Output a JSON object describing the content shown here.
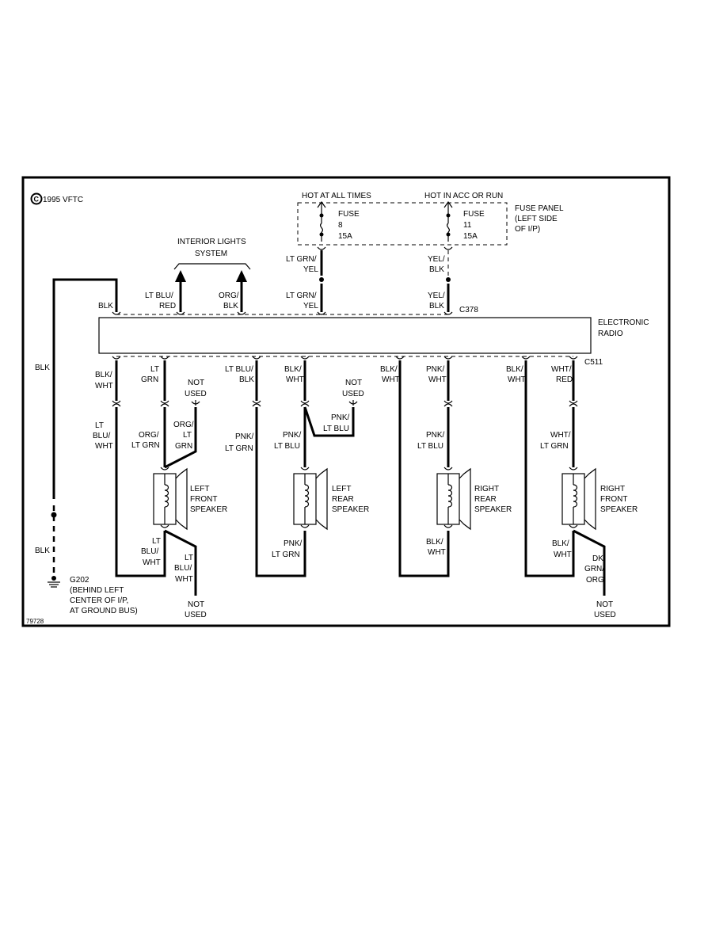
{
  "copyright": "1995 VFTC",
  "figure_id": "79728",
  "supplies": {
    "hot_at_all_times": "HOT AT ALL TIMES",
    "hot_in_acc_or_run": "HOT IN ACC OR RUN"
  },
  "fuse_panel": {
    "label_line1": "FUSE PANEL",
    "label_line2": "(LEFT SIDE",
    "label_line3": "OF I/P)",
    "fuse_a": {
      "line1": "FUSE",
      "line2": "8",
      "line3": "15A"
    },
    "fuse_b": {
      "line1": "FUSE",
      "line2": "11",
      "line3": "15A"
    }
  },
  "interior_lights": {
    "line1": "INTERIOR LIGHTS",
    "line2": "SYSTEM"
  },
  "connectors": {
    "top": "C378",
    "bottom": "C511"
  },
  "radio": {
    "line1": "ELECTRONIC",
    "line2": "RADIO"
  },
  "ground": {
    "id": "G202",
    "line1": "(BEHIND LEFT",
    "line2": "CENTER OF I/P,",
    "line3": "AT GROUND BUS)"
  },
  "top_wires": {
    "blk": "BLK",
    "ltblu_red_1": "LT BLU/",
    "ltblu_red_2": "RED",
    "org_blk_1": "ORG/",
    "org_blk_2": "BLK",
    "ltgrn_yel_a1": "LT GRN/",
    "ltgrn_yel_a2": "YEL",
    "ltgrn_yel_b1": "LT GRN/",
    "ltgrn_yel_b2": "YEL",
    "yel_blk_a1": "YEL/",
    "yel_blk_a2": "BLK",
    "yel_blk_b1": "YEL/",
    "yel_blk_b2": "BLK"
  },
  "left_ground_wire": {
    "upper": "BLK",
    "lower": "BLK"
  },
  "bottom_wires": {
    "c1_top1": "BLK/",
    "c1_top2": "WHT",
    "c1_bot1": "LT",
    "c1_bot2": "BLU/",
    "c1_bot3": "WHT",
    "c2_top1": "LT",
    "c2_top2": "GRN",
    "c2_bot1": "ORG/",
    "c2_bot2": "LT GRN",
    "c3_nu1": "NOT",
    "c3_nu2": "USED",
    "c3_bot1": "ORG/",
    "c3_bot2": "LT",
    "c3_bot3": "GRN",
    "c4_top1": "LT BLU/",
    "c4_top2": "BLK",
    "c4_bot1": "PNK/",
    "c4_bot2": "LT GRN",
    "c5_top1": "BLK/",
    "c5_top2": "WHT",
    "c5_bot1": "PNK/",
    "c5_bot2": "LT BLU",
    "c6_nu1": "NOT",
    "c6_nu2": "USED",
    "c6_bot1": "PNK/",
    "c6_bot2": "LT BLU",
    "c7_top1": "BLK/",
    "c7_top2": "WHT",
    "c8_top1": "PNK/",
    "c8_top2": "WHT",
    "c8_bot1": "PNK/",
    "c8_bot2": "LT BLU",
    "c9_top1": "BLK/",
    "c9_top2": "WHT",
    "c10_top1": "WHT/",
    "c10_top2": "RED",
    "c10_bot1": "WHT/",
    "c10_bot2": "LT GRN"
  },
  "speakers": {
    "lf": {
      "line1": "LEFT",
      "line2": "FRONT",
      "line3": "SPEAKER"
    },
    "lr": {
      "line1": "LEFT",
      "line2": "REAR",
      "line3": "SPEAKER"
    },
    "rr": {
      "line1": "RIGHT",
      "line2": "REAR",
      "line3": "SPEAKER"
    },
    "rf": {
      "line1": "RIGHT",
      "line2": "FRONT",
      "line3": "SPEAKER"
    }
  },
  "speaker_wires": {
    "lf_out1": "LT",
    "lf_out2": "BLU/",
    "lf_out3": "WHT",
    "lf_nu_w1": "LT",
    "lf_nu_w2": "BLU/",
    "lf_nu_w3": "WHT",
    "lf_nu1": "NOT",
    "lf_nu2": "USED",
    "lr_out1": "PNK/",
    "lr_out2": "LT GRN",
    "rr_out1": "BLK/",
    "rr_out2": "WHT",
    "rf_out1": "BLK/",
    "rf_out2": "WHT",
    "rf_nu_w1": "DK",
    "rf_nu_w2": "GRN/",
    "rf_nu_w3": "ORG",
    "rf_nu1": "NOT",
    "rf_nu2": "USED"
  }
}
